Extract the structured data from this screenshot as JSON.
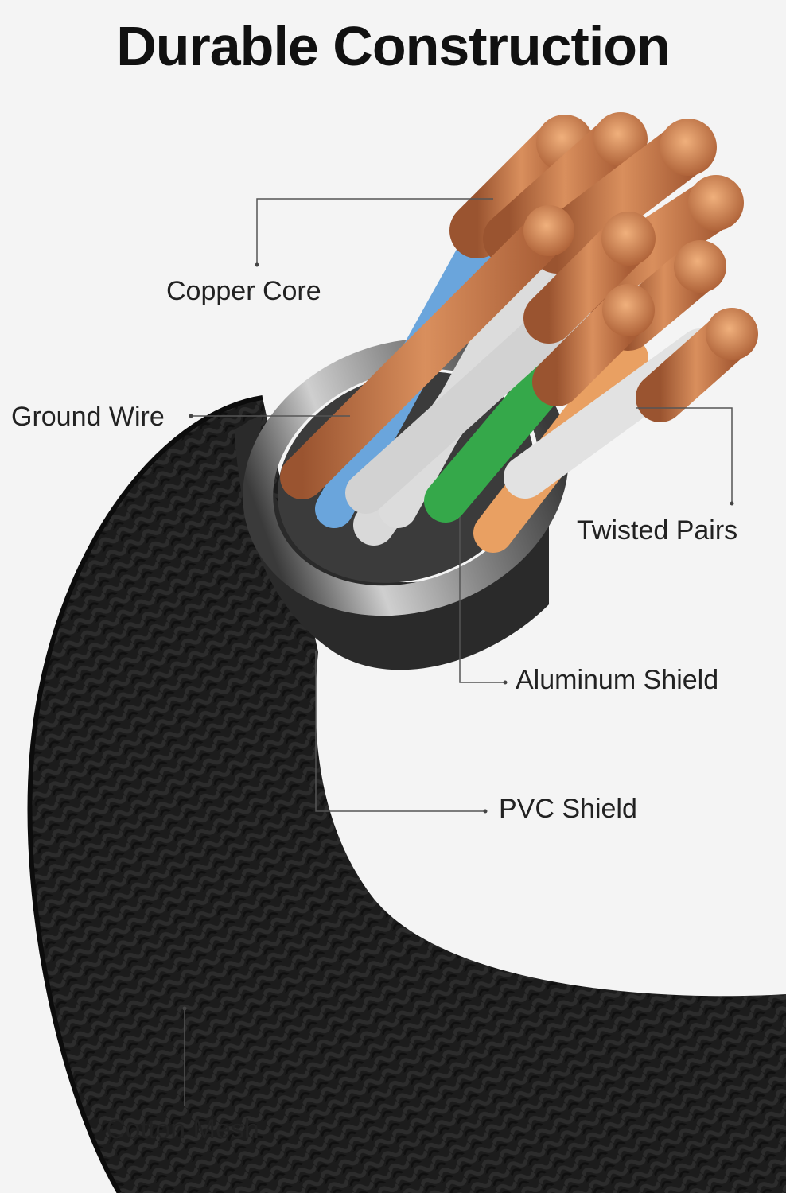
{
  "title": "Durable Construction",
  "colors": {
    "background": "#f4f4f4",
    "jacket": "#1b1b1b",
    "copper": "#c8794a",
    "wire_blue": "#6aa5dc",
    "wire_green": "#35a84a",
    "wire_orange": "#e9a062",
    "wire_white": "#d9d9d9",
    "shield_silver": "#9a9a9a"
  },
  "labels": {
    "copper_core": "Copper Core",
    "ground_wire": "Ground Wire",
    "twisted_pairs": "Twisted Pairs",
    "aluminum_shield": "Aluminum Shield",
    "pvc_shield": "PVC Shield",
    "cotton_mesh": "Cotton Mesh"
  }
}
